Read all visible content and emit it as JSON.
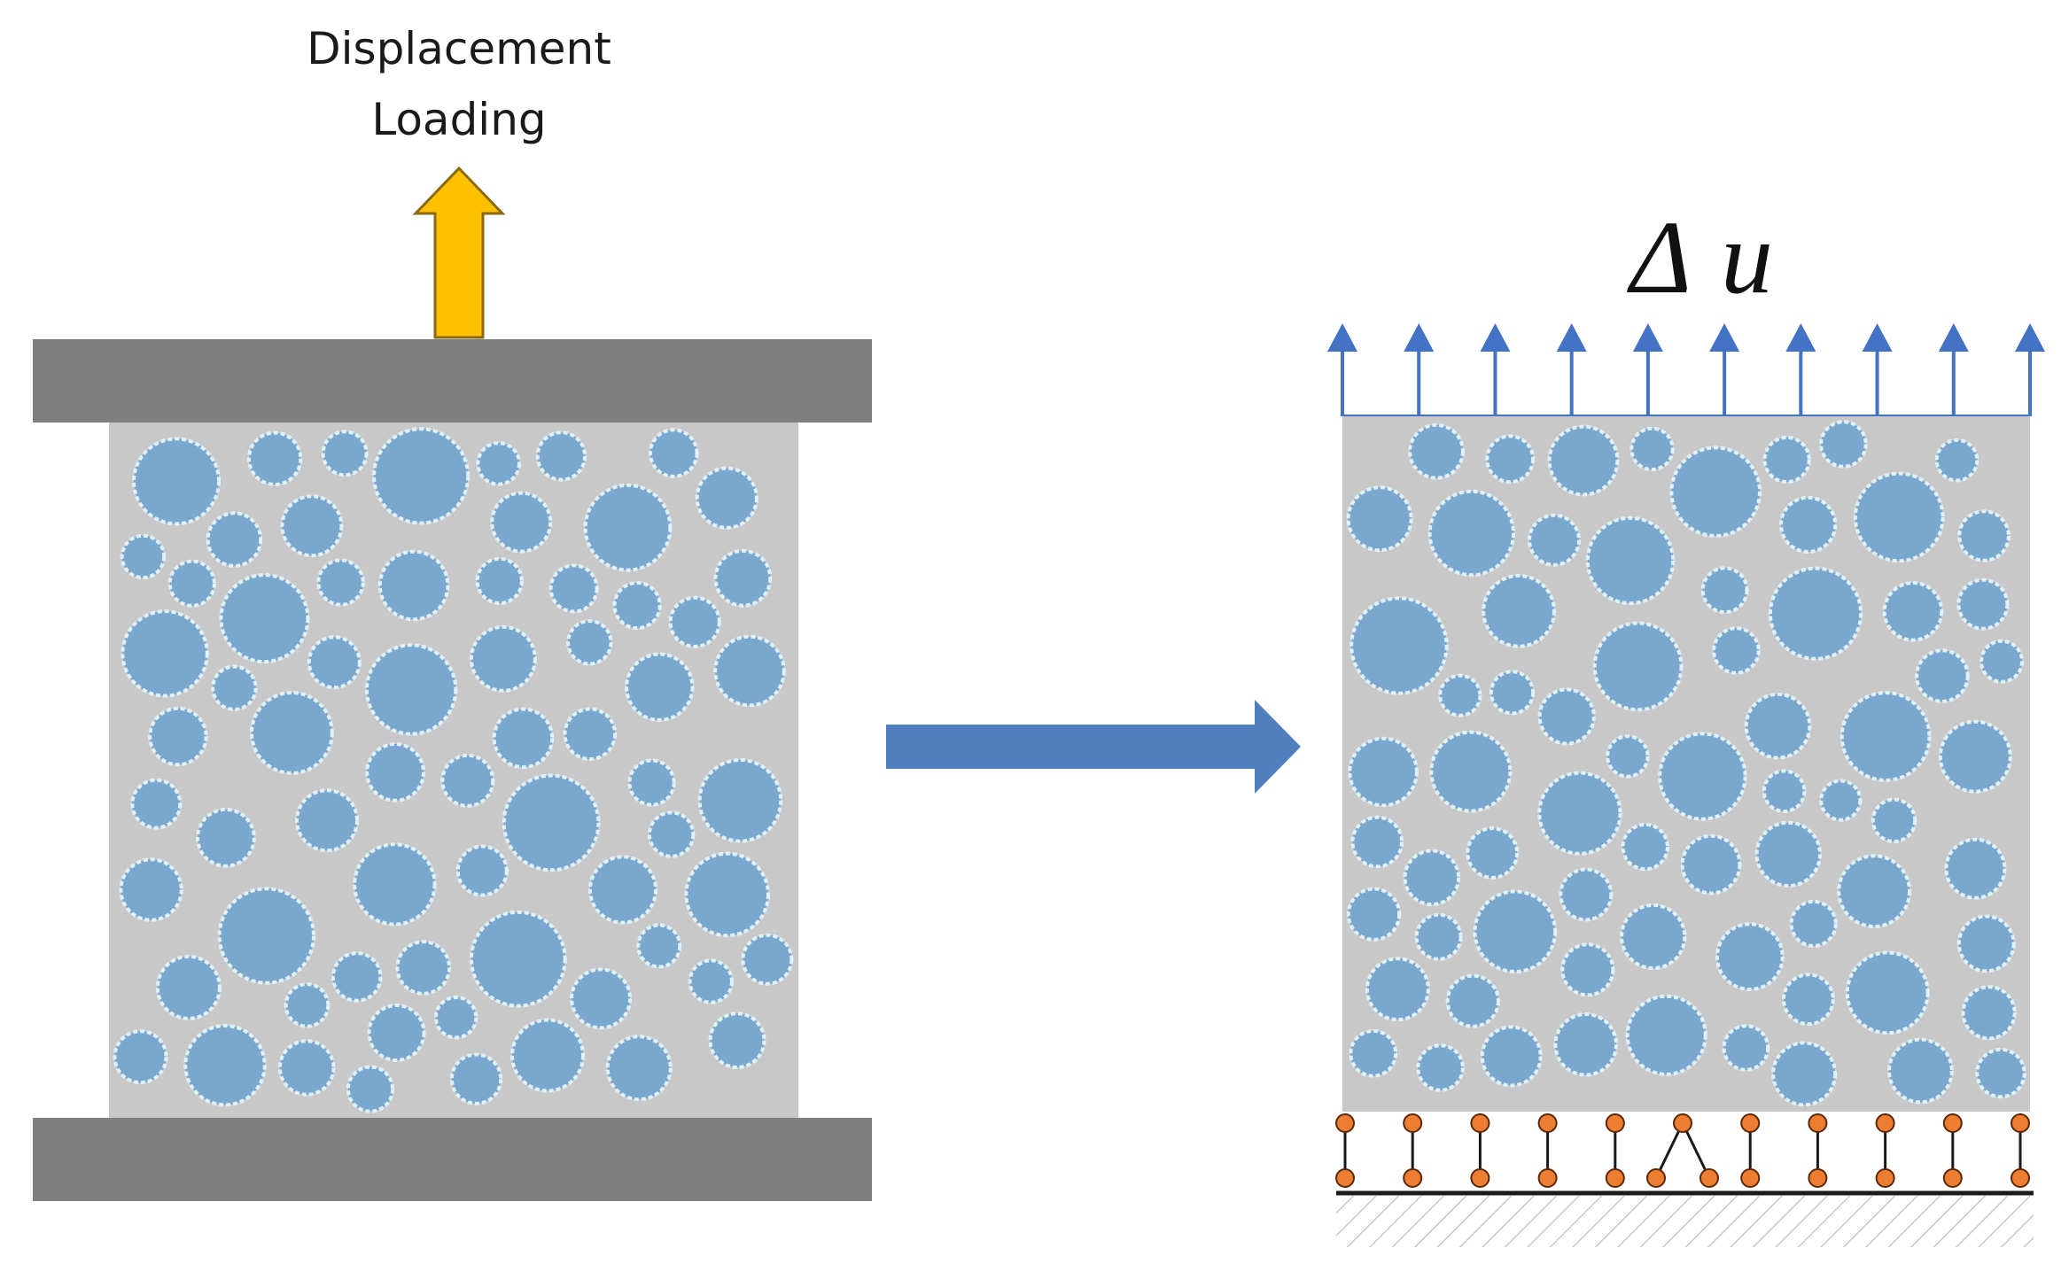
{
  "left_figure": {
    "loading_label_line1": "Displacement",
    "loading_label_line2": "Loading"
  },
  "right_figure": {
    "delta_symbol": "Δ",
    "displacement_symbol": "u"
  },
  "colors": {
    "platen": "#7f7f7f",
    "specimen": "#c8c8c8",
    "aggregate_fill": "#7aa7cd",
    "aggregate_rim": "#dff2fb",
    "load_arrow": "#ffc000",
    "load_arrow_outline": "#8a6a10",
    "transition_arrow": "#4f7fbf",
    "displacement_arrows": "#4472c4",
    "support_nodes": "#ed7d31",
    "ground_line": "#1a1a1a",
    "hatch": "#c8c8c8"
  },
  "icons": {
    "load_arrow": "up-arrow-icon",
    "transition_arrow": "right-arrow-icon",
    "boundary_support": "roller-support-icon"
  }
}
